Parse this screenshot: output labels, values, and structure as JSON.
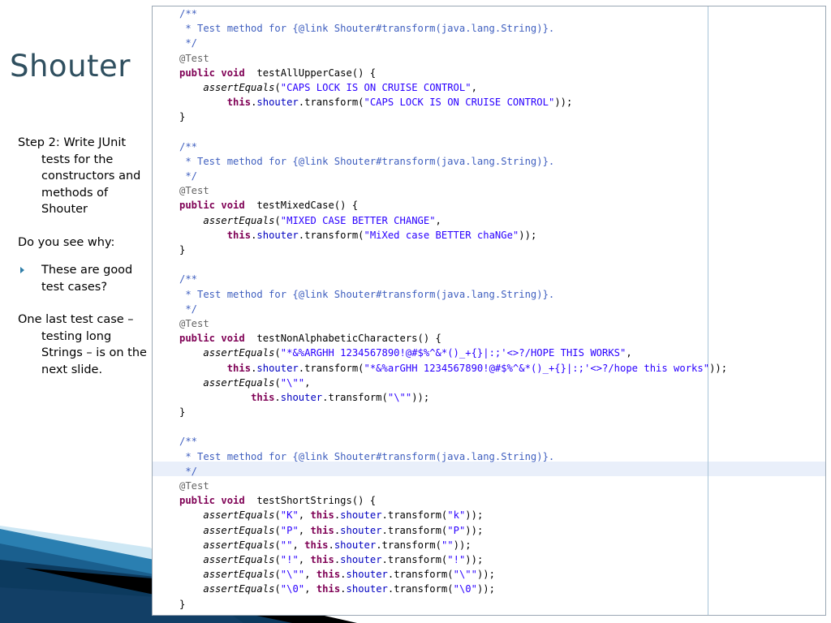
{
  "slide": {
    "title": "Shouter",
    "sidebar": {
      "step": "Step 2: Write JUnit tests for the constructors and methods of Shouter",
      "question": "Do you see why:",
      "bullet": "These are good test cases?",
      "note": "One last test case – testing long Strings – is on the next slide."
    }
  },
  "code": {
    "lines": [
      [
        [
          "cm",
          "/**"
        ]
      ],
      [
        [
          "cm",
          " * Test method for {@link Shouter#transform(java.lang.String)}."
        ]
      ],
      [
        [
          "cm",
          " */"
        ]
      ],
      [
        [
          "an",
          "@Test"
        ]
      ],
      [
        [
          "kw",
          "public void"
        ],
        [
          "",
          "  testAllUpperCase() {"
        ]
      ],
      [
        [
          "",
          "    "
        ],
        [
          "it",
          "assertEquals"
        ],
        [
          "",
          "("
        ],
        [
          "st",
          "\"CAPS LOCK IS ON CRUISE CONTROL\""
        ],
        [
          "",
          ","
        ]
      ],
      [
        [
          "",
          "        "
        ],
        [
          "kw",
          "this"
        ],
        [
          "",
          "."
        ],
        [
          "fl",
          "shouter"
        ],
        [
          "",
          ".transform("
        ],
        [
          "st",
          "\"CAPS LOCK IS ON CRUISE CONTROL\""
        ],
        [
          "",
          "));"
        ]
      ],
      [
        [
          "",
          "}"
        ]
      ],
      [
        [
          "",
          ""
        ]
      ],
      [
        [
          "cm",
          "/**"
        ]
      ],
      [
        [
          "cm",
          " * Test method for {@link Shouter#transform(java.lang.String)}."
        ]
      ],
      [
        [
          "cm",
          " */"
        ]
      ],
      [
        [
          "an",
          "@Test"
        ]
      ],
      [
        [
          "kw",
          "public void"
        ],
        [
          "",
          "  testMixedCase() {"
        ]
      ],
      [
        [
          "",
          "    "
        ],
        [
          "it",
          "assertEquals"
        ],
        [
          "",
          "("
        ],
        [
          "st",
          "\"MIXED CASE BETTER CHANGE\""
        ],
        [
          "",
          ","
        ]
      ],
      [
        [
          "",
          "        "
        ],
        [
          "kw",
          "this"
        ],
        [
          "",
          "."
        ],
        [
          "fl",
          "shouter"
        ],
        [
          "",
          ".transform("
        ],
        [
          "st",
          "\"MiXed case BETTER chaNGe\""
        ],
        [
          "",
          "));"
        ]
      ],
      [
        [
          "",
          "}"
        ]
      ],
      [
        [
          "",
          ""
        ]
      ],
      [
        [
          "cm",
          "/**"
        ]
      ],
      [
        [
          "cm",
          " * Test method for {@link Shouter#transform(java.lang.String)}."
        ]
      ],
      [
        [
          "cm",
          " */"
        ]
      ],
      [
        [
          "an",
          "@Test"
        ]
      ],
      [
        [
          "kw",
          "public void"
        ],
        [
          "",
          "  testNonAlphabeticCharacters() {"
        ]
      ],
      [
        [
          "",
          "    "
        ],
        [
          "it",
          "assertEquals"
        ],
        [
          "",
          "("
        ],
        [
          "st",
          "\"*&%ARGHH 1234567890!@#$%^&*()_+{}|:;'<>?/HOPE THIS WORKS\""
        ],
        [
          "",
          ","
        ]
      ],
      [
        [
          "",
          "        "
        ],
        [
          "kw",
          "this"
        ],
        [
          "",
          "."
        ],
        [
          "fl",
          "shouter"
        ],
        [
          "",
          ".transform("
        ],
        [
          "st",
          "\"*&%arGHH 1234567890!@#$%^&*()_+{}|:;'<>?/hope this works\""
        ],
        [
          "",
          "));"
        ]
      ],
      [
        [
          "",
          "    "
        ],
        [
          "it",
          "assertEquals"
        ],
        [
          "",
          "("
        ],
        [
          "st",
          "\"\\\"\""
        ],
        [
          "",
          ","
        ]
      ],
      [
        [
          "",
          "            "
        ],
        [
          "kw",
          "this"
        ],
        [
          "",
          "."
        ],
        [
          "fl",
          "shouter"
        ],
        [
          "",
          ".transform("
        ],
        [
          "st",
          "\"\\\"\""
        ],
        [
          "",
          "));"
        ]
      ],
      [
        [
          "",
          "}"
        ]
      ],
      [
        [
          "",
          ""
        ]
      ],
      [
        [
          "cm",
          "/**"
        ]
      ],
      [
        [
          "cm",
          " * Test method for {@link Shouter#transform(java.lang.String)}."
        ]
      ],
      [
        [
          "cm",
          " */"
        ]
      ],
      [
        [
          "an",
          "@Test"
        ]
      ],
      [
        [
          "kw",
          "public void"
        ],
        [
          "",
          "  testShortStrings() {"
        ]
      ],
      [
        [
          "",
          "    "
        ],
        [
          "it",
          "assertEquals"
        ],
        [
          "",
          "("
        ],
        [
          "st",
          "\"K\""
        ],
        [
          "",
          ", "
        ],
        [
          "kw",
          "this"
        ],
        [
          "",
          "."
        ],
        [
          "fl",
          "shouter"
        ],
        [
          "",
          ".transform("
        ],
        [
          "st",
          "\"k\""
        ],
        [
          "",
          "));"
        ]
      ],
      [
        [
          "",
          "    "
        ],
        [
          "it",
          "assertEquals"
        ],
        [
          "",
          "("
        ],
        [
          "st",
          "\"P\""
        ],
        [
          "",
          ", "
        ],
        [
          "kw",
          "this"
        ],
        [
          "",
          "."
        ],
        [
          "fl",
          "shouter"
        ],
        [
          "",
          ".transform("
        ],
        [
          "st",
          "\"P\""
        ],
        [
          "",
          "));"
        ]
      ],
      [
        [
          "",
          "    "
        ],
        [
          "it",
          "assertEquals"
        ],
        [
          "",
          "("
        ],
        [
          "st",
          "\"\""
        ],
        [
          "",
          ", "
        ],
        [
          "kw",
          "this"
        ],
        [
          "",
          "."
        ],
        [
          "fl",
          "shouter"
        ],
        [
          "",
          ".transform("
        ],
        [
          "st",
          "\"\""
        ],
        [
          "",
          "));"
        ]
      ],
      [
        [
          "",
          "    "
        ],
        [
          "it",
          "assertEquals"
        ],
        [
          "",
          "("
        ],
        [
          "st",
          "\"!\""
        ],
        [
          "",
          ", "
        ],
        [
          "kw",
          "this"
        ],
        [
          "",
          "."
        ],
        [
          "fl",
          "shouter"
        ],
        [
          "",
          ".transform("
        ],
        [
          "st",
          "\"!\""
        ],
        [
          "",
          "));"
        ]
      ],
      [
        [
          "",
          "    "
        ],
        [
          "it",
          "assertEquals"
        ],
        [
          "",
          "("
        ],
        [
          "st",
          "\"\\\"\""
        ],
        [
          "",
          ", "
        ],
        [
          "kw",
          "this"
        ],
        [
          "",
          "."
        ],
        [
          "fl",
          "shouter"
        ],
        [
          "",
          ".transform("
        ],
        [
          "st",
          "\"\\\"\""
        ],
        [
          "",
          "));"
        ]
      ],
      [
        [
          "",
          "    "
        ],
        [
          "it",
          "assertEquals"
        ],
        [
          "",
          "("
        ],
        [
          "st",
          "\"\\0\""
        ],
        [
          "",
          ", "
        ],
        [
          "kw",
          "this"
        ],
        [
          "",
          "."
        ],
        [
          "fl",
          "shouter"
        ],
        [
          "",
          ".transform("
        ],
        [
          "st",
          "\"\\0\""
        ],
        [
          "",
          "));"
        ]
      ],
      [
        [
          "",
          "}"
        ]
      ]
    ]
  }
}
